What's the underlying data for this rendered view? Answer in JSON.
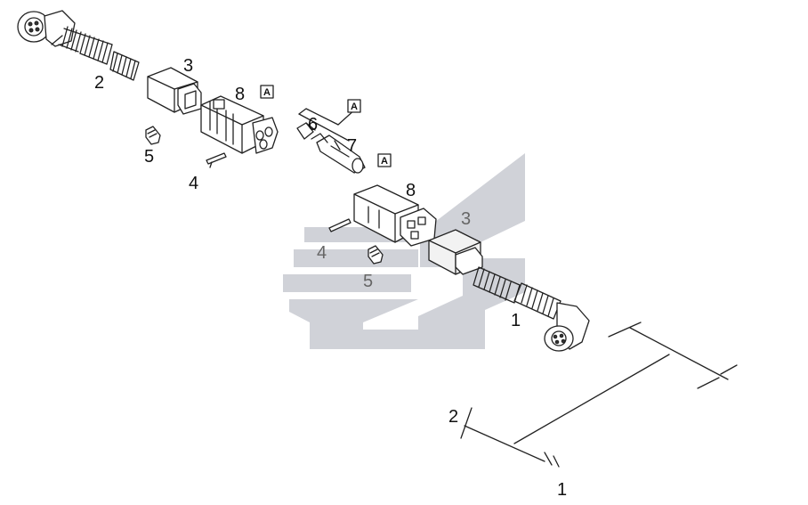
{
  "labels": {
    "top_cable": "2",
    "top_housing": "3",
    "top_connector": "8",
    "top_box": "A",
    "top_plug": "5",
    "top_seal": "4",
    "contact_upper": "6",
    "contact_lower": "7",
    "contact_box": "A",
    "mid_connector": "8",
    "mid_box": "A",
    "mid_housing": "3",
    "mid_seal": "4",
    "mid_plug": "5",
    "bottom_cable": "1",
    "harness_branch_2": "2",
    "harness_branch_1": "1"
  },
  "colors": {
    "line": "#222222",
    "watermark": "#d0d2d8",
    "text": "#111111"
  },
  "icons": {
    "watermark": "stylized-arrow-logo-watermark"
  }
}
